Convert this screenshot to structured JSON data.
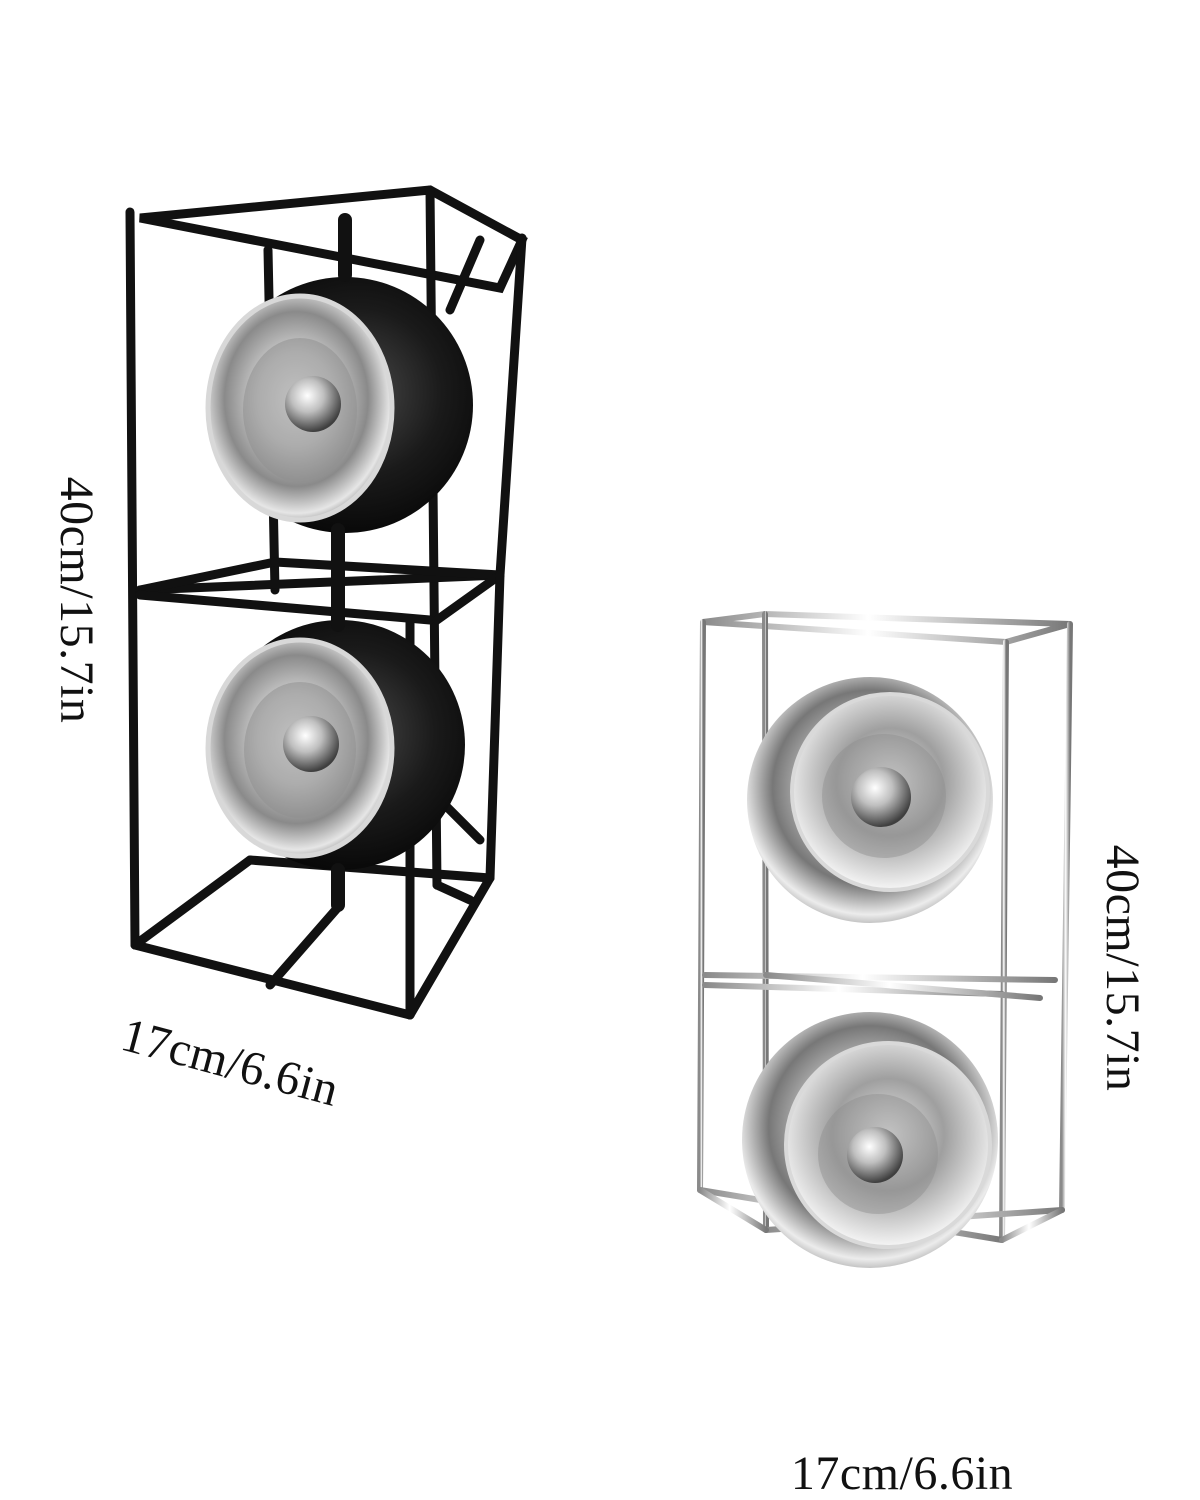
{
  "labels": {
    "black_lamp_height": "40cm/15.7in",
    "black_lamp_width": "17cm/6.6in",
    "silver_lamp_height": "40cm/15.7in",
    "silver_lamp_width": "17cm/6.6in"
  },
  "colors": {
    "background": "#ffffff",
    "black_frame": "#111111",
    "black_shade": "#1a1a1a",
    "chrome_light": "#f2f2f2",
    "chrome_mid": "#b8b8b8",
    "chrome_dark": "#6f6f6f"
  }
}
